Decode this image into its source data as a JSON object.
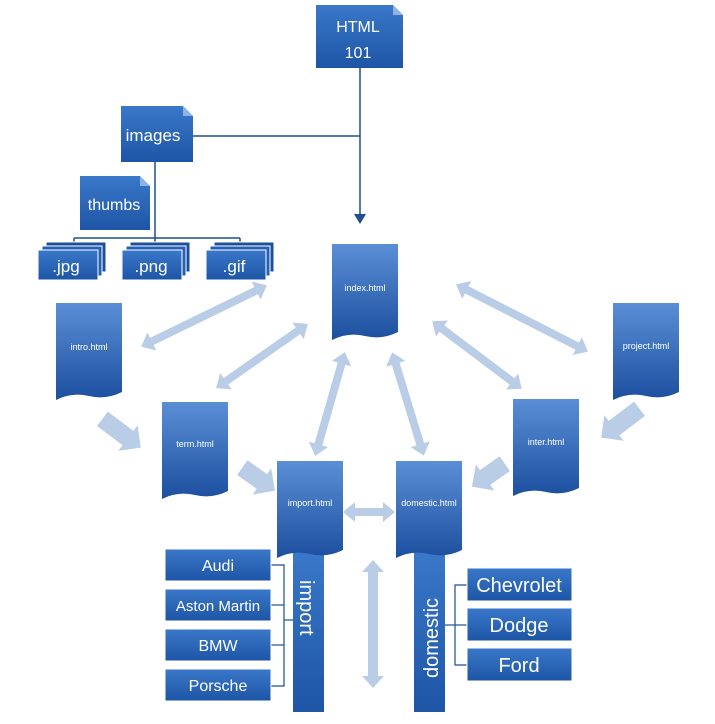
{
  "nodes": {
    "root_line1": "HTML",
    "root_line2": "101",
    "images": "images",
    "thumbs": "thumbs",
    "jpg": ".jpg",
    "png": ".png",
    "gif": ".gif",
    "index": "index.html",
    "intro": "intro.html",
    "project": "project.html",
    "term": "term.html",
    "inter": "inter.html",
    "import": "import.html",
    "domestic": "domestic.html"
  },
  "groups": {
    "import_label": "import",
    "domestic_label": "domestic"
  },
  "import_brands": [
    "Audi",
    "Aston Martin",
    "BMW",
    "Porsche"
  ],
  "domestic_brands": [
    "Chevrolet",
    "Dodge",
    "Ford"
  ],
  "colors": {
    "doc_top": "#4f86cf",
    "doc_bottom": "#1f56a8",
    "arrow": "#b9cde6",
    "tree_line": "#1f4f8e",
    "brand_box": "#2563b8"
  }
}
